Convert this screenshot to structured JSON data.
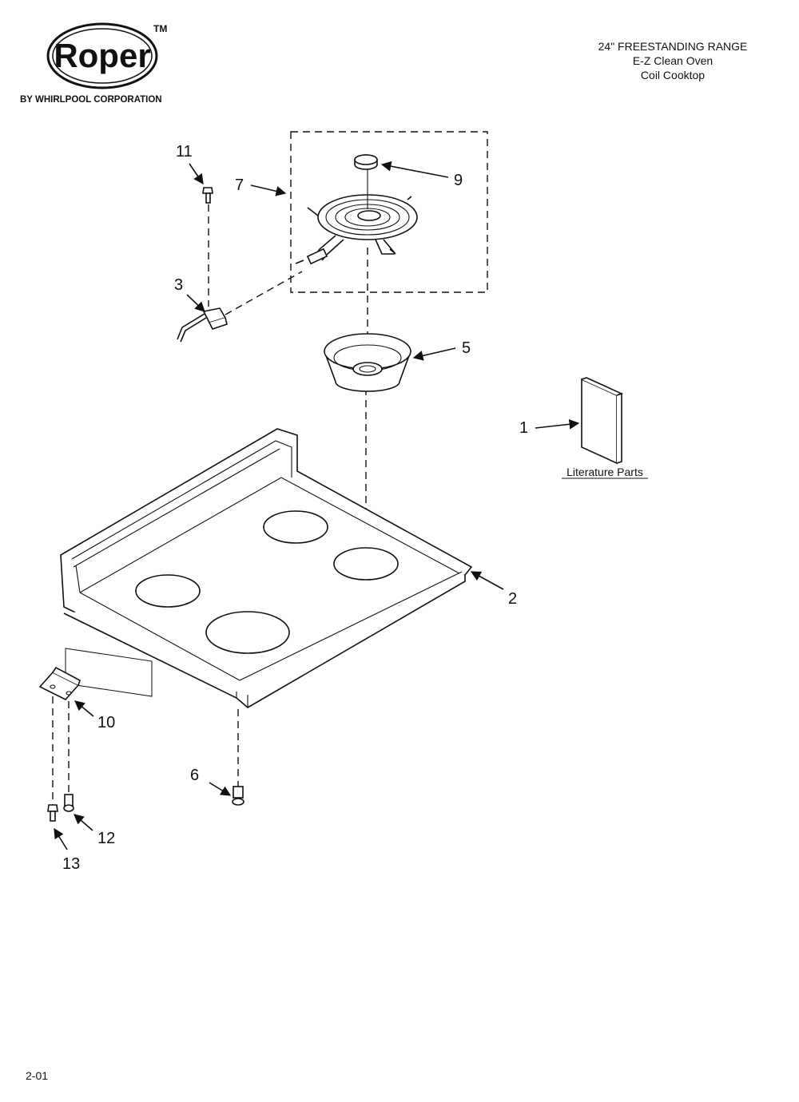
{
  "brand": {
    "logo_text": "Roper",
    "trademark": "TM",
    "byline": "BY WHIRLPOOL CORPORATION"
  },
  "header": {
    "line1": "24\" FREESTANDING RANGE",
    "line2": "E-Z Clean Oven",
    "line3": "Coil Cooktop"
  },
  "callouts": {
    "c1": "1",
    "c2": "2",
    "c3": "3",
    "c5": "5",
    "c6": "6",
    "c7": "7",
    "c9": "9",
    "c10": "10",
    "c11": "11",
    "c12": "12",
    "c13": "13"
  },
  "literature_label": "Literature Parts",
  "footer": {
    "code": "2-01"
  }
}
